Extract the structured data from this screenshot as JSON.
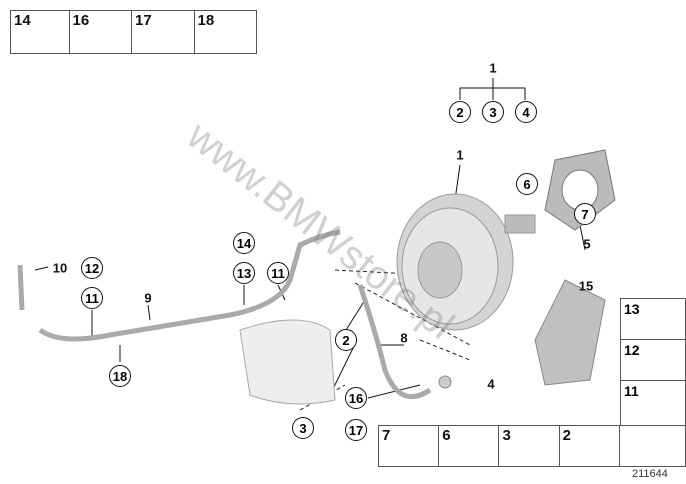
{
  "watermark": "www.BMWstore.pl",
  "diagram_number": "211644",
  "top_strip": [
    "14",
    "16",
    "17",
    "18"
  ],
  "bottom_strip": [
    "7",
    "6",
    "3",
    "2"
  ],
  "side_strip": [
    "13",
    "12",
    "11"
  ],
  "labels": {
    "group_1": "1",
    "group_2": "2",
    "group_3": "3",
    "group_4": "4",
    "booster": "1",
    "pin": "6",
    "clip": "7",
    "gasket": "5",
    "bracket": "15",
    "line_10": "10",
    "line_12": "12",
    "line_11a": "11",
    "hose_9": "9",
    "line_18": "18",
    "l14": "14",
    "l13": "13",
    "l11b": "11",
    "l2": "2",
    "l8": "8",
    "l4": "4",
    "l16": "16",
    "l17": "17",
    "l3": "3"
  }
}
